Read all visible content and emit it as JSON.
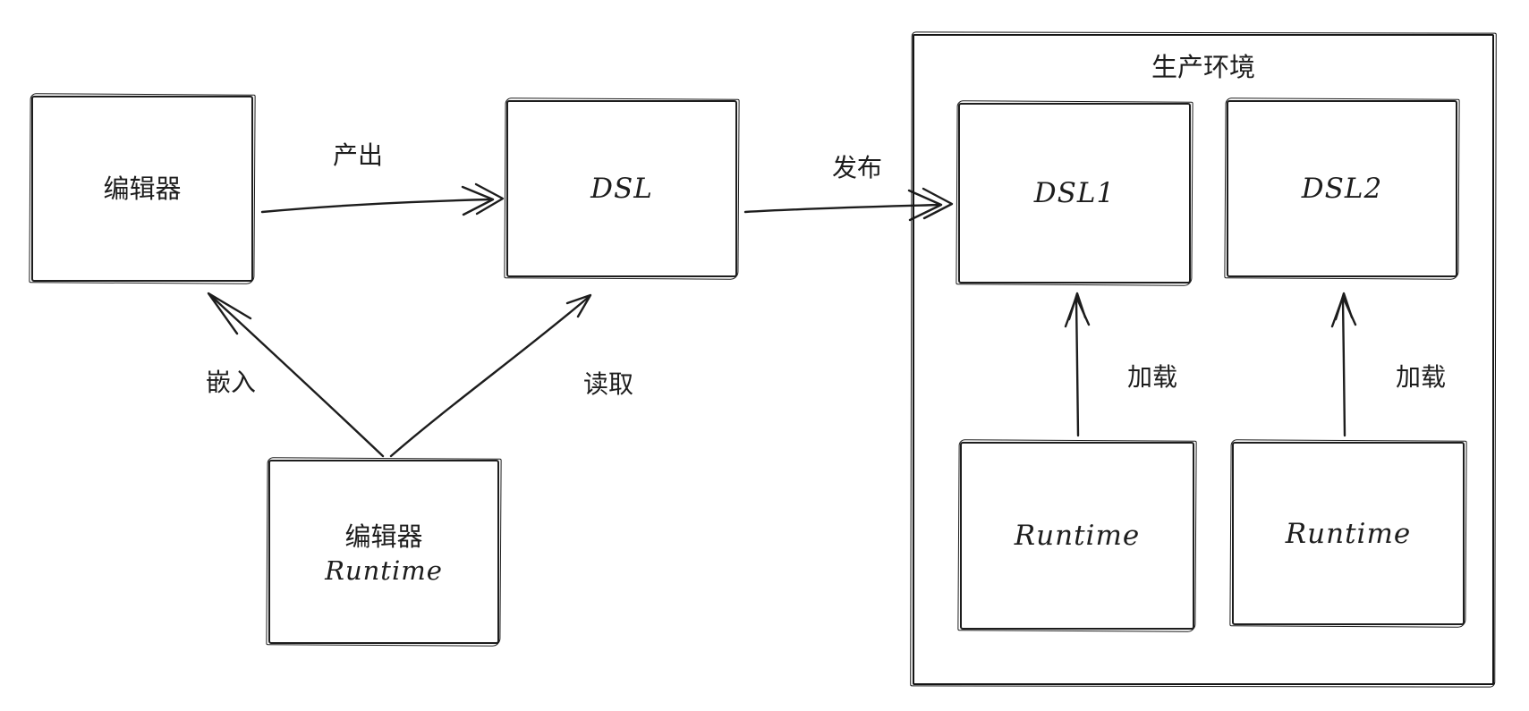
{
  "diagram": {
    "title": "",
    "nodes": {
      "editor": {
        "label": "编辑器"
      },
      "dsl": {
        "label": "DSL"
      },
      "editor_runtime": {
        "label_line1": "编辑器",
        "label_line2": "Runtime"
      },
      "prod_env": {
        "label": "生产环境"
      },
      "dsl1": {
        "label": "DSL1"
      },
      "dsl2": {
        "label": "DSL2"
      },
      "runtime1": {
        "label": "Runtime"
      },
      "runtime2": {
        "label": "Runtime"
      }
    },
    "edges": {
      "produce": {
        "label": "产出",
        "from": "编辑器",
        "to": "DSL"
      },
      "publish": {
        "label": "发布",
        "from": "DSL",
        "to": "生产环境"
      },
      "embed": {
        "label": "嵌入",
        "from": "编辑器 Runtime",
        "to": "编辑器"
      },
      "read": {
        "label": "读取",
        "from": "编辑器 Runtime",
        "to": "DSL"
      },
      "load1": {
        "label": "加载",
        "from": "Runtime",
        "to": "DSL1"
      },
      "load2": {
        "label": "加载",
        "from": "Runtime",
        "to": "DSL2"
      }
    },
    "colors": {
      "stroke": "#1d1d1d",
      "background": "#ffffff"
    }
  }
}
